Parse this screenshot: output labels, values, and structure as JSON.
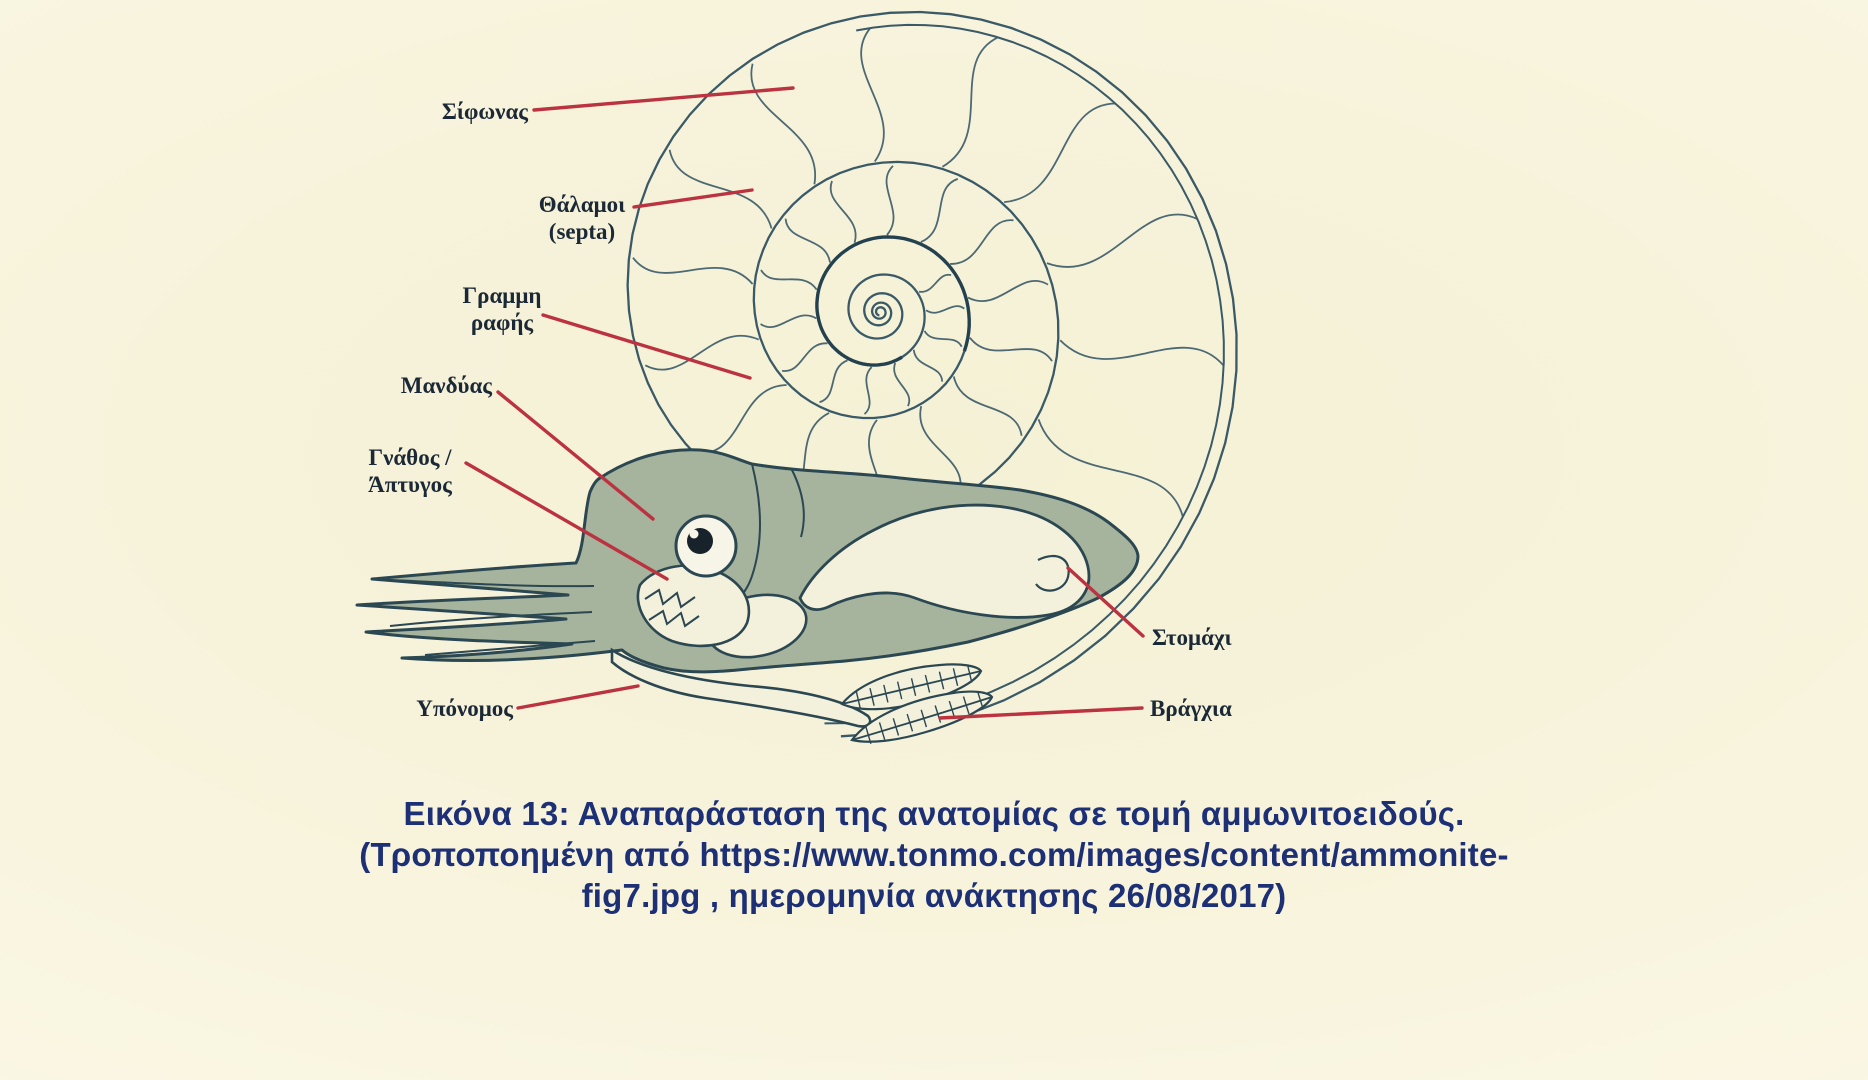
{
  "figure": {
    "labels": {
      "siphon": "Σίφωνας",
      "chambers_line1": "Θάλαμοι",
      "chambers_line2": "(septa)",
      "suture_line1": "Γραμμη",
      "suture_line2": "ραφής",
      "mantle": "Μανδύας",
      "jaw_line1": "Γνάθος /",
      "jaw_line2": "Άπτυγος",
      "hyponome": "Υπόνομος",
      "stomach": "Στομάχι",
      "gills": "Βράγχια"
    },
    "caption": {
      "line1": "Εικόνα 13: Αναπαράσταση της ανατομίας σε τομή αμμωνιτοειδούς.",
      "line2": "(Τροποποημένη από https://www.tonmo.com/images/content/ammonite-",
      "line3": "fig7.jpg , ημερομηνία ανάκτησης 26/08/2017)"
    },
    "colors": {
      "background": "#f7f3da",
      "shell_line": "#3a5a68",
      "shell_dark": "#24414f",
      "body_fill": "#a6b39d",
      "body_line": "#2b4752",
      "organ_fill": "#f3f0db",
      "eye_white": "#f7f5e8",
      "pupil": "#17222b",
      "pointer_red": "#bb3340",
      "label_text": "#1b2836",
      "caption_text": "#1d3076"
    }
  }
}
